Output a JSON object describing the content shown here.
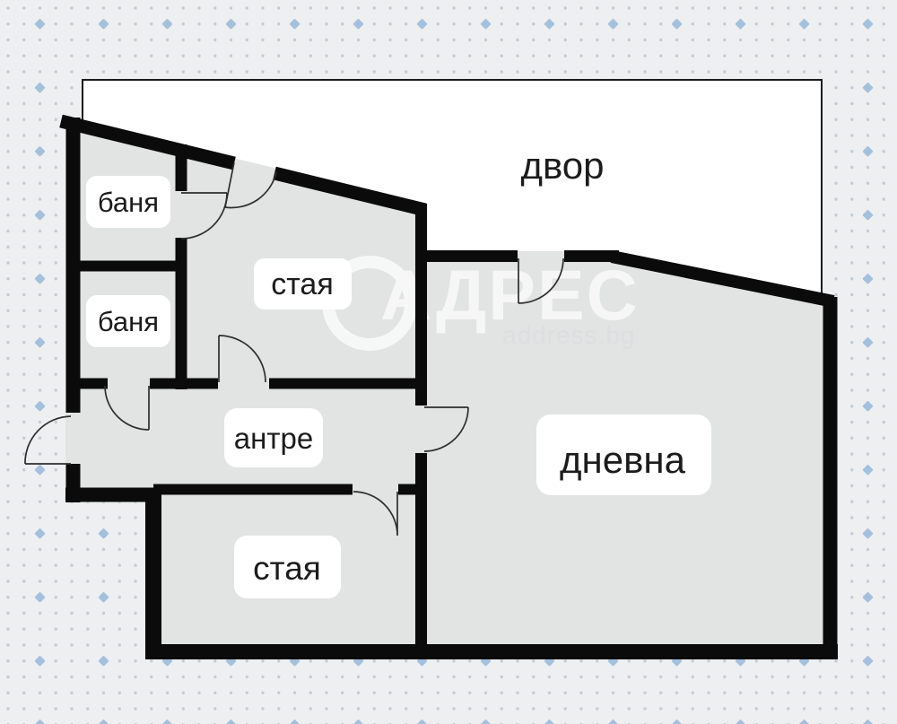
{
  "plan": {
    "type": "apartment-floor-plan",
    "rooms": {
      "yard": {
        "label": "двор"
      },
      "bath_top": {
        "label": "баня"
      },
      "bath_mid": {
        "label": "баня"
      },
      "room_mid": {
        "label": "стая"
      },
      "hall": {
        "label": "антре"
      },
      "living": {
        "label": "дневна"
      },
      "room_bottom": {
        "label": "стая"
      }
    },
    "door_count": 8
  },
  "watermark": {
    "brand": "АДРЕС",
    "site": "address.bg"
  },
  "colors": {
    "background": "#edeff1",
    "dot": "#c6ccd3",
    "dot_accent": "#a5c0dd",
    "wall": "#0b0b0b",
    "room_fill": "#e2e3e3",
    "yard_fill": "#ffffff",
    "yard_border": "#1b1b1b",
    "label_text": "#1c1c1c",
    "watermark": "#f8f8f8",
    "watermark_site": "#dcdee0"
  }
}
